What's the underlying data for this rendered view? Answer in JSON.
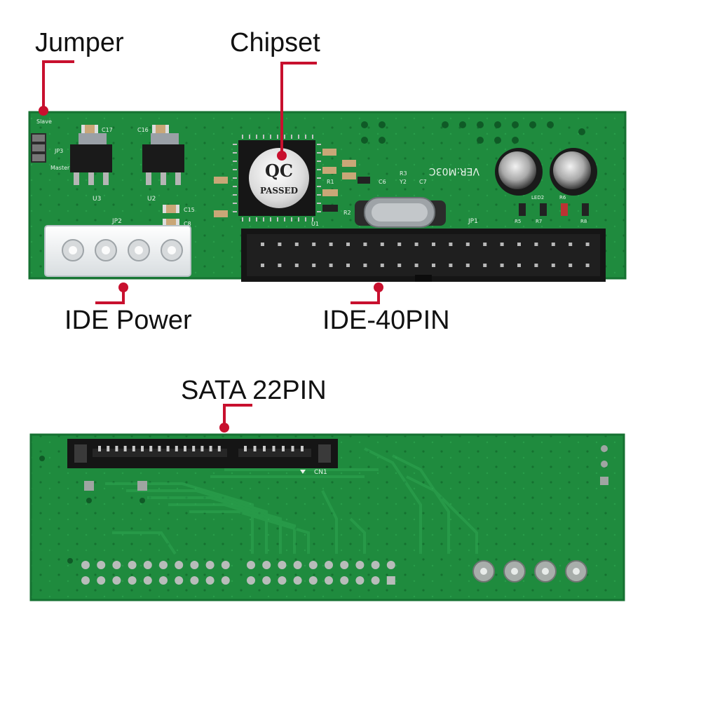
{
  "callouts": {
    "jumper": "Jumper",
    "chipset": "Chipset",
    "ide_power": "IDE Power",
    "ide_40pin": "IDE-40PIN",
    "sata_22pin": "SATA 22PIN"
  },
  "board_top": {
    "chip_stamp": {
      "line1": "QC",
      "line2": "PASSED"
    },
    "model": "VER:M03C",
    "silkscreen": {
      "jp1": "JP1",
      "jp2": "JP2",
      "jp3": "JP3",
      "u1": "U1",
      "u2": "U2",
      "u3": "U3",
      "master": "Master",
      "slave": "Slave",
      "c17": "C17",
      "c16": "C16",
      "c15": "C15",
      "c8": "C8",
      "c7": "C7",
      "c6": "C6",
      "r1": "R1",
      "r2": "R2",
      "r3": "R3",
      "y2": "Y2",
      "r5": "R5",
      "r7": "R7",
      "r8": "R8",
      "led2": "LED2",
      "r6": "R6"
    }
  },
  "board_bottom": {
    "cn1": "CN1"
  },
  "colors": {
    "pcb_green": "#1f8b3e",
    "pcb_edge": "#167232",
    "callout_red": "#c8102e",
    "connector_black": "#151515"
  }
}
